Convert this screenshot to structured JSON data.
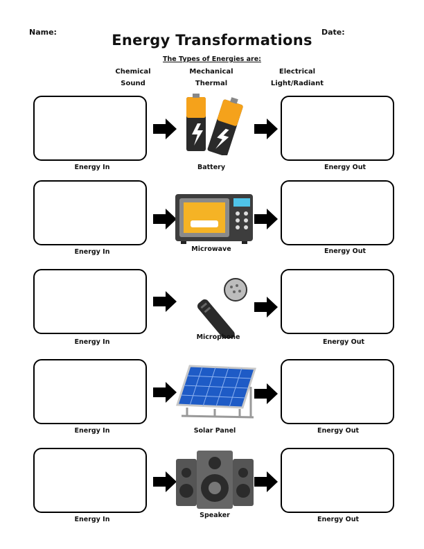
{
  "header": {
    "name_label": "Name:",
    "date_label": "Date:"
  },
  "title": "Energy Transformations",
  "types_heading": "The Types of Energies are:",
  "energy_types": [
    [
      "Chemical",
      "Sound"
    ],
    [
      "Mechanical",
      "Thermal"
    ],
    [
      "Electrical",
      "Light/Radiant"
    ]
  ],
  "rows": [
    {
      "in_label": "Energy In",
      "device": "Battery",
      "device_icon": "battery-icon",
      "out_label": "Energy Out"
    },
    {
      "in_label": "Energy In",
      "device": "Microwave",
      "device_icon": "microwave-icon",
      "out_label": "Energy Out"
    },
    {
      "in_label": "Energy In",
      "device": "Microphone",
      "device_icon": "microphone-icon",
      "out_label": "Energy Out"
    },
    {
      "in_label": "Energy In",
      "device": "Solar Panel",
      "device_icon": "solar-panel-icon",
      "out_label": "Energy Out"
    },
    {
      "in_label": "Energy In",
      "device": "Speaker",
      "device_icon": "speaker-icon",
      "out_label": "Energy Out"
    }
  ]
}
